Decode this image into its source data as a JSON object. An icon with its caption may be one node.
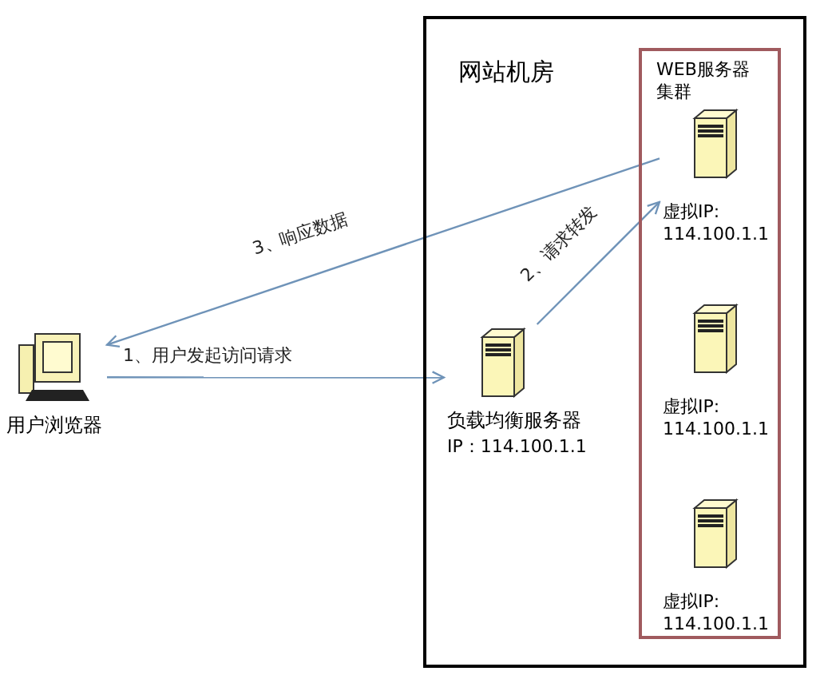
{
  "diagram": {
    "nodes": [
      {
        "text": [
          "网站机房"
        ]
      },
      {
        "text": [
          "WEB服务器集群"
        ],
        "in": 0
      },
      {
        "text": [
          "用户浏览器"
        ]
      },
      {
        "text": [
          "负载均衡服务器",
          "IP：114.100.1.1"
        ],
        "in": 0
      },
      {
        "text": [
          "虚拟IP: 114.100.1.1"
        ],
        "in": 1
      },
      {
        "text": [
          "虚拟IP: 114.100.1.1"
        ],
        "in": 1
      },
      {
        "text": [
          "虚拟IP: 114.100.1.1"
        ],
        "in": 1
      }
    ],
    "edges": [
      {
        "from": 2,
        "to": 3,
        "arrow": "to",
        "label": "1、用户发起访问请求"
      },
      {
        "from": 3,
        "to": 4,
        "arrow": "to",
        "label": "2、请求转发"
      },
      {
        "from": 4,
        "to": 2,
        "arrow": "to",
        "label": "3、响应数据"
      }
    ]
  }
}
